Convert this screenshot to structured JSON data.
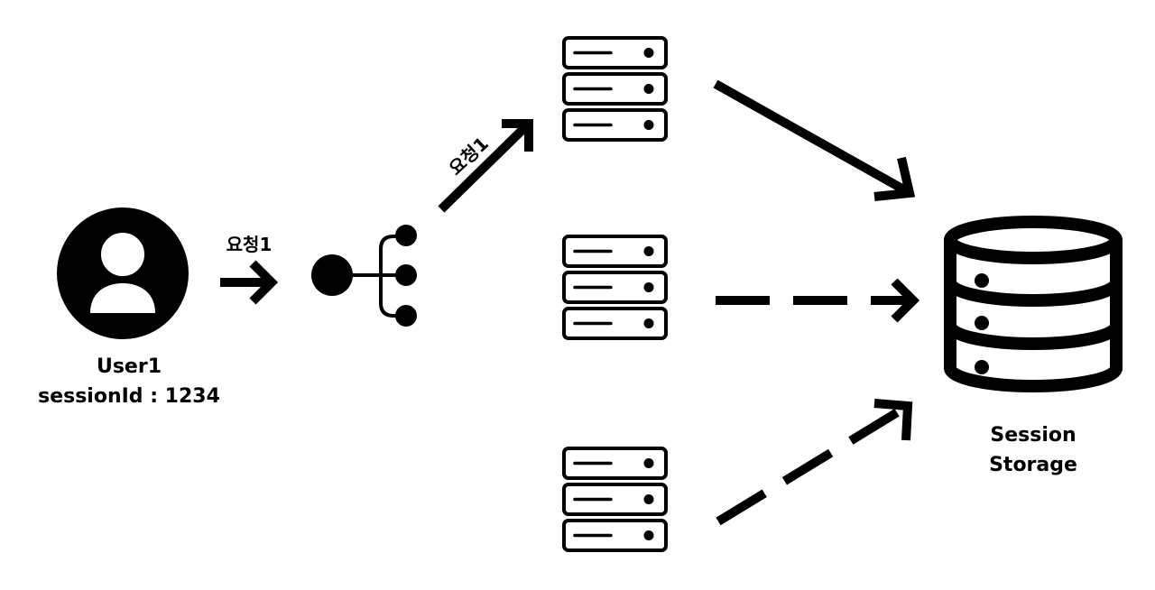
{
  "user": {
    "name": "User1",
    "session_text": "sessionId : 1234",
    "icon": "user-avatar-icon"
  },
  "arrows": {
    "user_to_balancer": "요청1",
    "balancer_to_server": "요청1"
  },
  "load_balancer": {
    "icon": "load-balancer-icon"
  },
  "servers": [
    {
      "icon": "server-rack-icon",
      "link": "solid"
    },
    {
      "icon": "server-rack-icon",
      "link": "dashed"
    },
    {
      "icon": "server-rack-icon",
      "link": "dashed"
    }
  ],
  "storage": {
    "line1": "Session",
    "line2": "Storage",
    "icon": "database-icon"
  },
  "colors": {
    "stroke": "#000000",
    "background": "#ffffff"
  }
}
